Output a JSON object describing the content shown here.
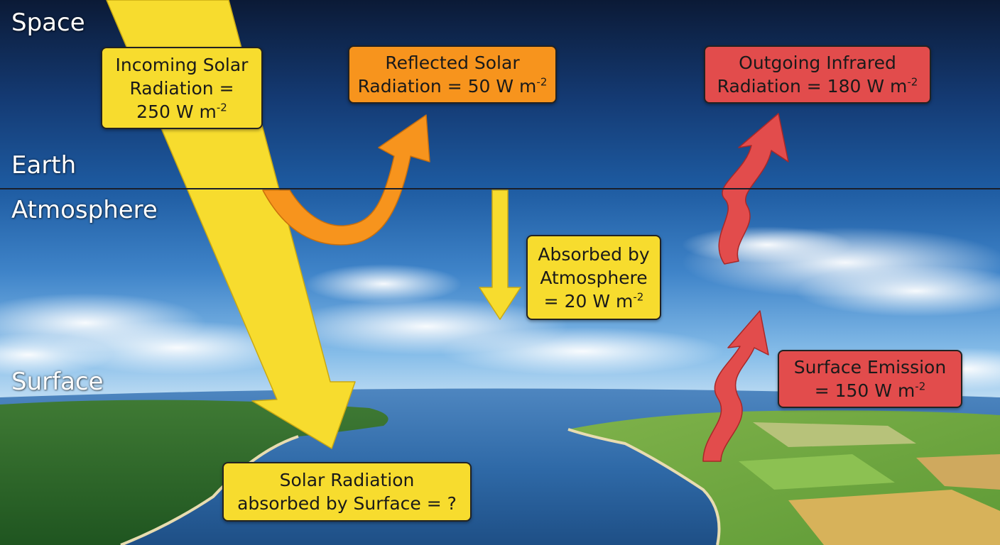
{
  "layers": {
    "space": "Space",
    "earth": "Earth",
    "atmosphere": "Atmosphere",
    "surface": "Surface"
  },
  "boxes": {
    "incoming": {
      "line1": "Incoming Solar",
      "line2": "Radiation =",
      "line3": "250 W m",
      "exp": "-2"
    },
    "reflected": {
      "line1": "Reflected Solar",
      "line2": "Radiation = 50 W m",
      "exp": "-2"
    },
    "outgoing": {
      "line1": "Outgoing Infrared",
      "line2": "Radiation = 180 W m",
      "exp": "-2"
    },
    "absorbed_atm": {
      "line1": "Absorbed by",
      "line2": "Atmosphere",
      "line3": "= 20 W m",
      "exp": "-2"
    },
    "surface_emission": {
      "line1": "Surface Emission",
      "line2": "= 150 W m",
      "exp": "-2"
    },
    "absorbed_surface": {
      "line1": "Solar Radiation",
      "line2": "absorbed by Surface = ?"
    }
  },
  "colors": {
    "solar_yellow": "#f7dc2e",
    "reflected_orange": "#f7941d",
    "infrared_red": "#e24c4c",
    "sky_top": "#0c1c3a",
    "sky_mid": "#1f5ea3",
    "sky_low": "#8fc3ec"
  }
}
